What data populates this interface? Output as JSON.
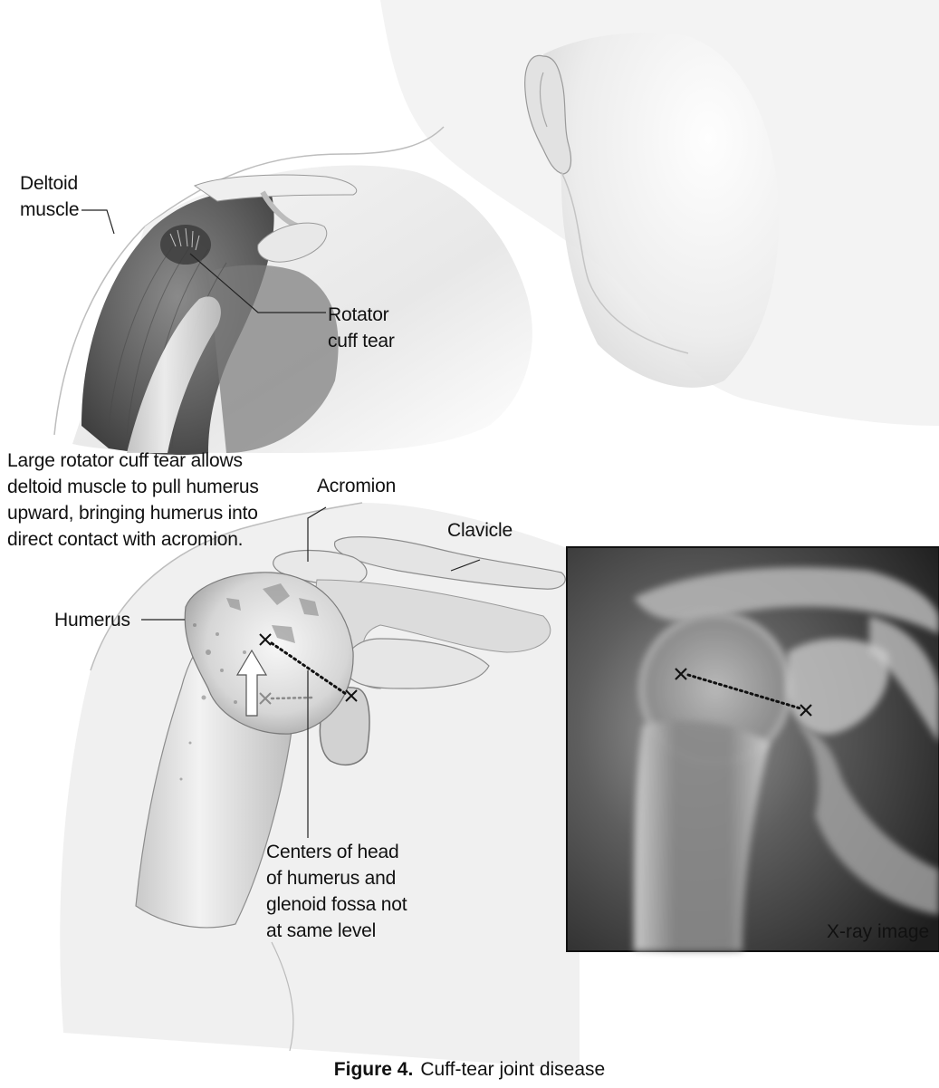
{
  "labels": {
    "deltoid": "Deltoid\nmuscle",
    "rotator_cuff_tear": "Rotator\ncuff tear",
    "large_tear_note": "Large rotator cuff tear allows\ndeltoid muscle to pull humerus\nupward, bringing humerus into\ndirect contact with acromion.",
    "acromion": "Acromion",
    "clavicle": "Clavicle",
    "humerus": "Humerus",
    "centers_note": "Centers of head\nof humerus and\nglenoid fossa not\nat same level",
    "xray_caption": "X-ray image"
  },
  "caption": {
    "figure_number": "Figure 4.",
    "title": "Cuff-tear joint disease"
  },
  "colors": {
    "ink": "#111111",
    "xray_dark": "#2a2a2a",
    "tissue_dark": "#5a5a5a",
    "bone_light": "#e6e6e6"
  }
}
